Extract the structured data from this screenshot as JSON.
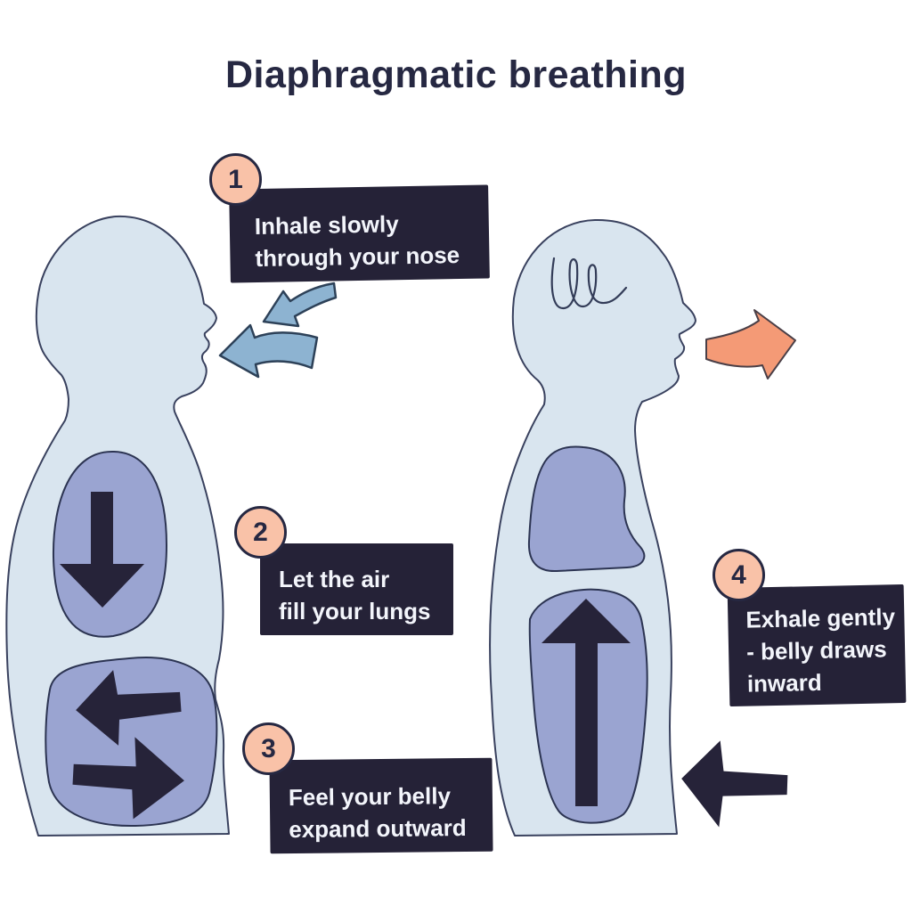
{
  "title": "Diaphragmatic breathing",
  "steps": [
    {
      "number": "1",
      "text": "Inhale slowly\nthrough your nose"
    },
    {
      "number": "2",
      "text": "Let the air\nfill your lungs"
    },
    {
      "number": "3",
      "text": "Feel your belly\nexpand outward"
    },
    {
      "number": "4",
      "text": "Exhale gently\n- belly draws\ninward"
    }
  ],
  "icons": {
    "left_figure": "side-profile person inhaling",
    "right_figure": "side-profile person exhaling with thought squiggle",
    "inhale_arrows": "two blue curved arrows into nose and mouth",
    "lung_arrow_left": "dark arrow pointing down inside lungs",
    "belly_arrows_left": "dark arrows pointing left and right inside belly",
    "belly_arrow_right": "dark arrow pointing up inside belly",
    "exhale_arrow": "salmon curved arrow out of mouth",
    "draw_inward_arrow": "dark arrow pointing left into belly"
  },
  "colors": {
    "background": "#ffffff",
    "navy_text": "#262842",
    "box_navy": "#252237",
    "box_text": "#f3f5fb",
    "body_blue": "#d9e5ef",
    "organ_periwinkle": "#9aa4d1",
    "organ_arrow_navy": "#262339",
    "peach_circle": "#f9c2a8",
    "inhale_arrow_blue": "#8db3d1",
    "exhale_arrow_salmon": "#f49a76"
  }
}
